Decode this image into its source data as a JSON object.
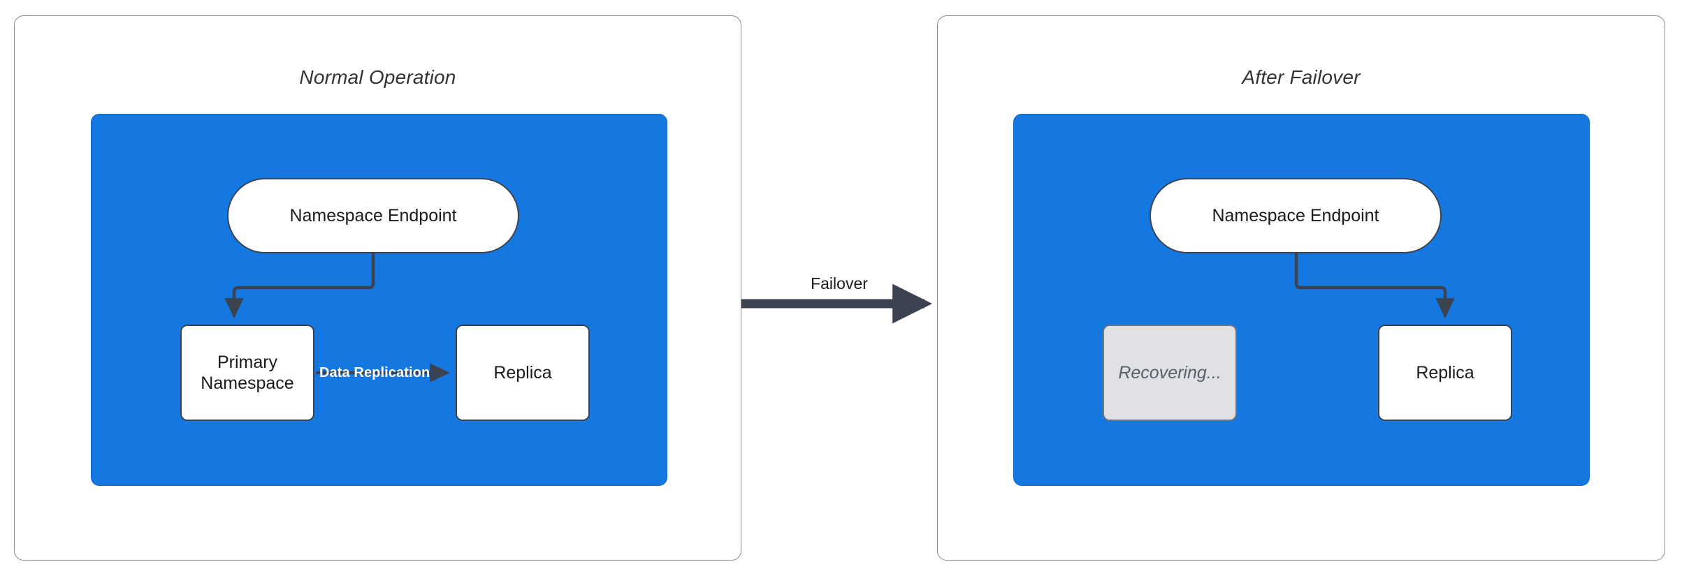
{
  "diagram": {
    "title_hidden": "",
    "colors": {
      "region_blue": "#1578e0",
      "node_fill": "#ffffff",
      "node_stroke": "#3b4351",
      "recovering_fill": "#dfe1e4",
      "panel_stroke": "#8a8a8a",
      "arrow": "#3b4351",
      "label_on_blue": "#ffffff"
    },
    "panels": [
      {
        "id": "normal-operation",
        "title": "Normal Operation",
        "nodes": [
          {
            "id": "endpoint-left",
            "label": "Namespace Endpoint",
            "shape": "pill",
            "state": "active"
          },
          {
            "id": "primary-left",
            "label": "Primary\nNamespace",
            "shape": "box",
            "state": "active"
          },
          {
            "id": "replica-left",
            "label": "Replica",
            "shape": "box",
            "state": "active"
          }
        ],
        "edges": [
          {
            "from": "endpoint-left",
            "to": "primary-left",
            "label": ""
          },
          {
            "from": "primary-left",
            "to": "replica-left",
            "label": "Data Replication"
          }
        ]
      },
      {
        "id": "after-failover",
        "title": "After Failover",
        "nodes": [
          {
            "id": "endpoint-right",
            "label": "Namespace Endpoint",
            "shape": "pill",
            "state": "active"
          },
          {
            "id": "recovering-right",
            "label": "Recovering...",
            "shape": "box",
            "state": "recovering"
          },
          {
            "id": "replica-right",
            "label": "Replica",
            "shape": "box",
            "state": "active"
          }
        ],
        "edges": [
          {
            "from": "endpoint-right",
            "to": "replica-right",
            "label": ""
          }
        ]
      }
    ],
    "transition": {
      "label": "Failover",
      "direction": "left-to-right"
    }
  }
}
